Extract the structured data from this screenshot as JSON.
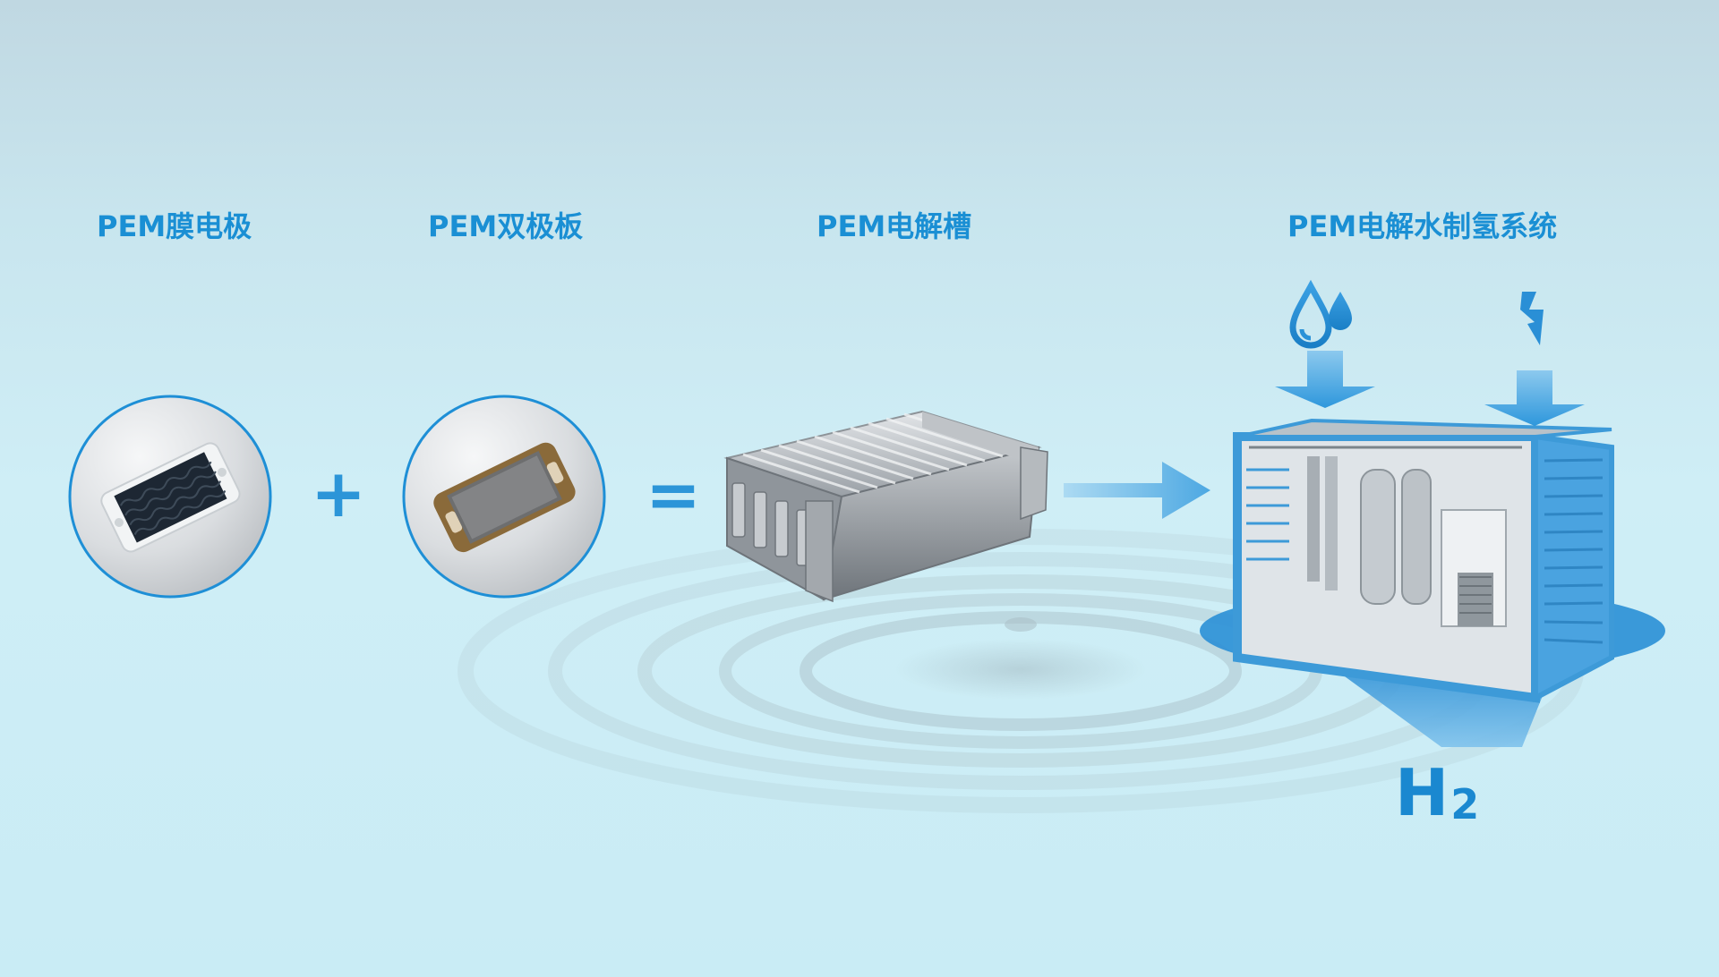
{
  "colors": {
    "accent": "#1a8fd4",
    "h2": "#1a88d0",
    "arrow": "#4aa8e0",
    "container_frame": "#3d9ad8",
    "shadow_pool": "#2a8fd6"
  },
  "labels": {
    "mea": "PEM膜电极",
    "bipolar_plate": "PEM双极板",
    "stack": "PEM电解槽",
    "system": "PEM电解水制氢系统"
  },
  "operators": {
    "plus": "+",
    "equals": "="
  },
  "output": {
    "h2_main": "H",
    "h2_sub": "2"
  },
  "icons": {
    "water": "water-drops-icon",
    "electricity": "lightning-bolt-icon"
  }
}
